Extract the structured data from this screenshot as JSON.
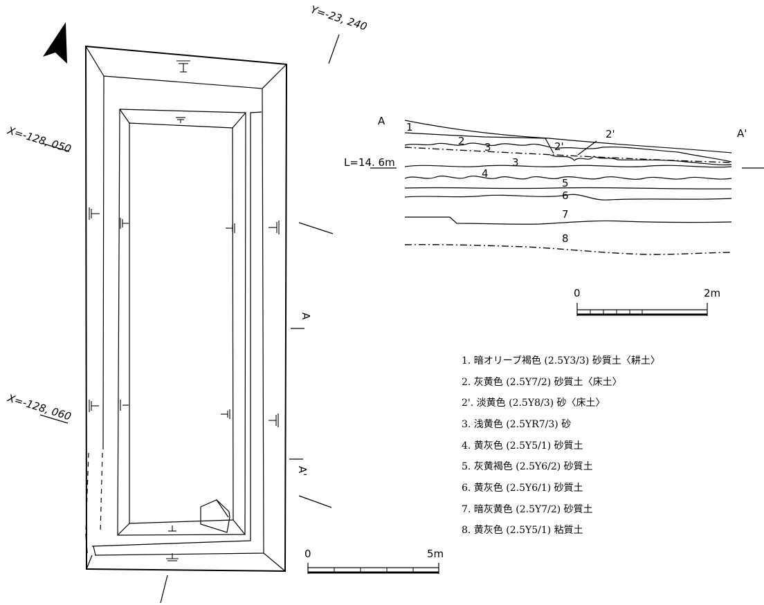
{
  "plan": {
    "y_coord": "Y=-23, 240",
    "x_coord_upper": "X=-128, 050",
    "x_coord_lower": "X=-128, 060",
    "section_start": "A",
    "section_end": "A'"
  },
  "section": {
    "start_label": "A",
    "end_label": "A'",
    "level_label": "L=14. 6m",
    "layer_labels": [
      "1",
      "2",
      "3",
      "2'",
      "2'",
      "3",
      "4",
      "5",
      "6",
      "7",
      "8"
    ]
  },
  "scale_section": {
    "min": "0",
    "max": "2m"
  },
  "scale_plan": {
    "min": "0",
    "max": "5m"
  },
  "legend": [
    "1. 暗オリーブ褐色 (2.5Y3/3) 砂質土〈耕土〉",
    "2. 灰黄色 (2.5Y7/2) 砂質土〈床土〉",
    "2'. 淡黄色 (2.5Y8/3) 砂〈床土〉",
    "3. 浅黄色 (2.5YR7/3) 砂",
    "4. 黄灰色 (2.5Y5/1) 砂質土",
    "5. 灰黄褐色 (2.5Y6/2) 砂質土",
    "6. 黄灰色 (2.5Y6/1) 砂質土",
    "7. 暗灰黄色 (2.5Y7/2) 砂質土",
    "8. 黄灰色 (2.5Y5/1) 粘質土"
  ]
}
